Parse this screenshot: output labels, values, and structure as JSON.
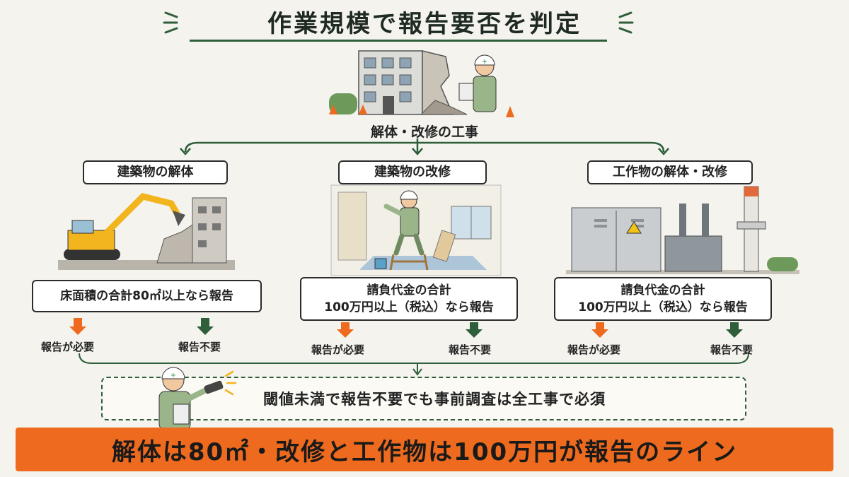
{
  "title": "作業規模で報告要否を判定",
  "top_label": "解体・改修の工事",
  "categories": [
    {
      "label": "建築物の解体",
      "condition_lines": [
        "床面積の合計80㎡以上なら報告"
      ],
      "yes": "報告が必要",
      "no": "報告不要"
    },
    {
      "label": "建築物の改修",
      "condition_lines": [
        "請負代金の合計",
        "100万円以上（税込）なら報告"
      ],
      "yes": "報告が必要",
      "no": "報告不要"
    },
    {
      "label": "工作物の解体・改修",
      "condition_lines": [
        "請負代金の合計",
        "100万円以上（税込）なら報告"
      ],
      "yes": "報告が必要",
      "no": "報告不要"
    }
  ],
  "notice": "閾値未満で報告不要でも事前調査は全工事で必須",
  "banner": "解体は80㎡・改修と工作物は100万円が報告のライン",
  "colors": {
    "accent": "#ee6a1e",
    "green": "#2e5e3a",
    "required_arrow": "#ee6a1e",
    "not_required_arrow": "#2e5e3a"
  }
}
